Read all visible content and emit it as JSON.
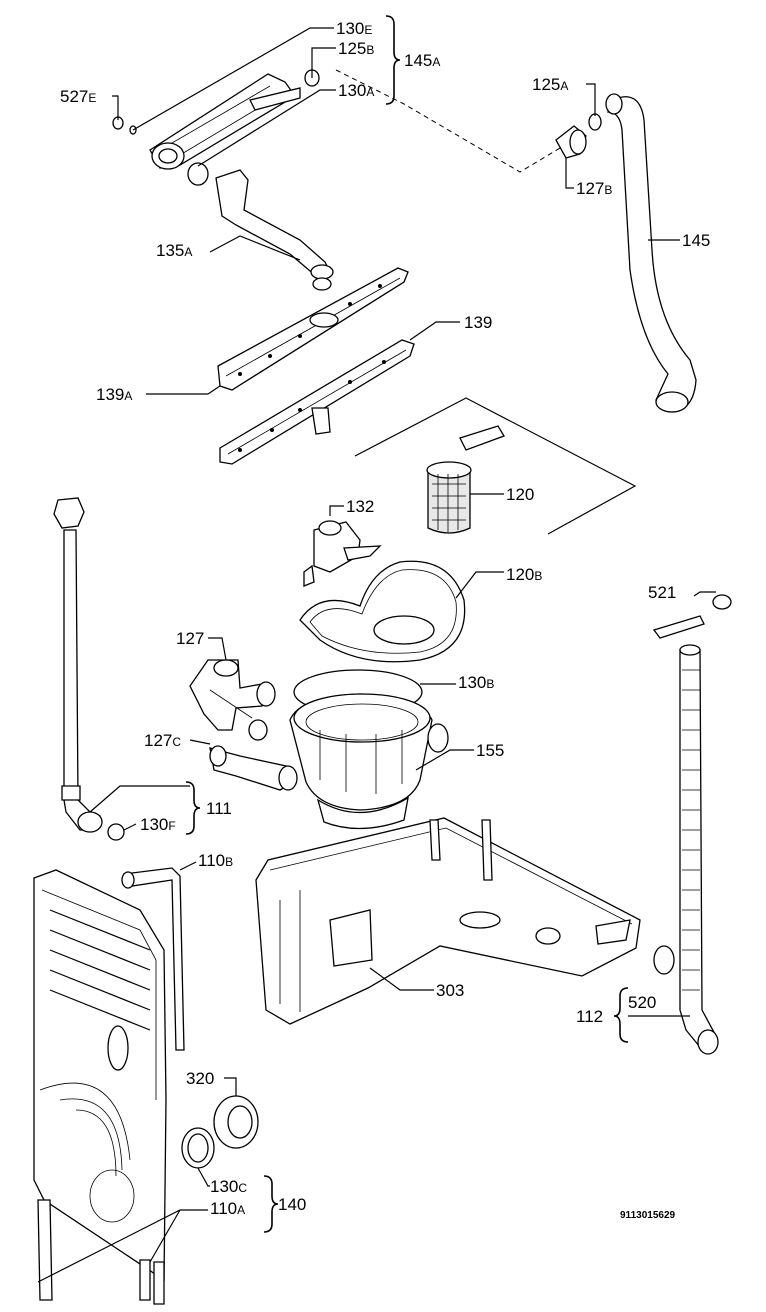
{
  "labels": {
    "l130E": {
      "num": "130",
      "suf": "E"
    },
    "l125B": {
      "num": "125",
      "suf": "B"
    },
    "l145A": {
      "num": "145",
      "suf": "A"
    },
    "l130A": {
      "num": "130",
      "suf": "A"
    },
    "l527E": {
      "num": "527",
      "suf": "E"
    },
    "l125A": {
      "num": "125",
      "suf": "A"
    },
    "l127B": {
      "num": "127",
      "suf": "B"
    },
    "l135A": {
      "num": "135",
      "suf": "A"
    },
    "l145": {
      "num": "145",
      "suf": ""
    },
    "l139": {
      "num": "139",
      "suf": ""
    },
    "l139A": {
      "num": "139",
      "suf": "A"
    },
    "l132": {
      "num": "132",
      "suf": ""
    },
    "l120": {
      "num": "120",
      "suf": ""
    },
    "l120B": {
      "num": "120",
      "suf": "B"
    },
    "l521": {
      "num": "521",
      "suf": ""
    },
    "l127": {
      "num": "127",
      "suf": ""
    },
    "l130B": {
      "num": "130",
      "suf": "B"
    },
    "l127C": {
      "num": "127",
      "suf": "C"
    },
    "l155": {
      "num": "155",
      "suf": ""
    },
    "l111": {
      "num": "111",
      "suf": ""
    },
    "l130F": {
      "num": "130",
      "suf": "F"
    },
    "l110B": {
      "num": "110",
      "suf": "B"
    },
    "l303": {
      "num": "303",
      "suf": ""
    },
    "l520": {
      "num": "520",
      "suf": ""
    },
    "l112": {
      "num": "112",
      "suf": ""
    },
    "l320": {
      "num": "320",
      "suf": ""
    },
    "l130C": {
      "num": "130",
      "suf": "C"
    },
    "l140": {
      "num": "140",
      "suf": ""
    },
    "l110A": {
      "num": "110",
      "suf": "A"
    }
  },
  "drawing_number": "9113015629"
}
